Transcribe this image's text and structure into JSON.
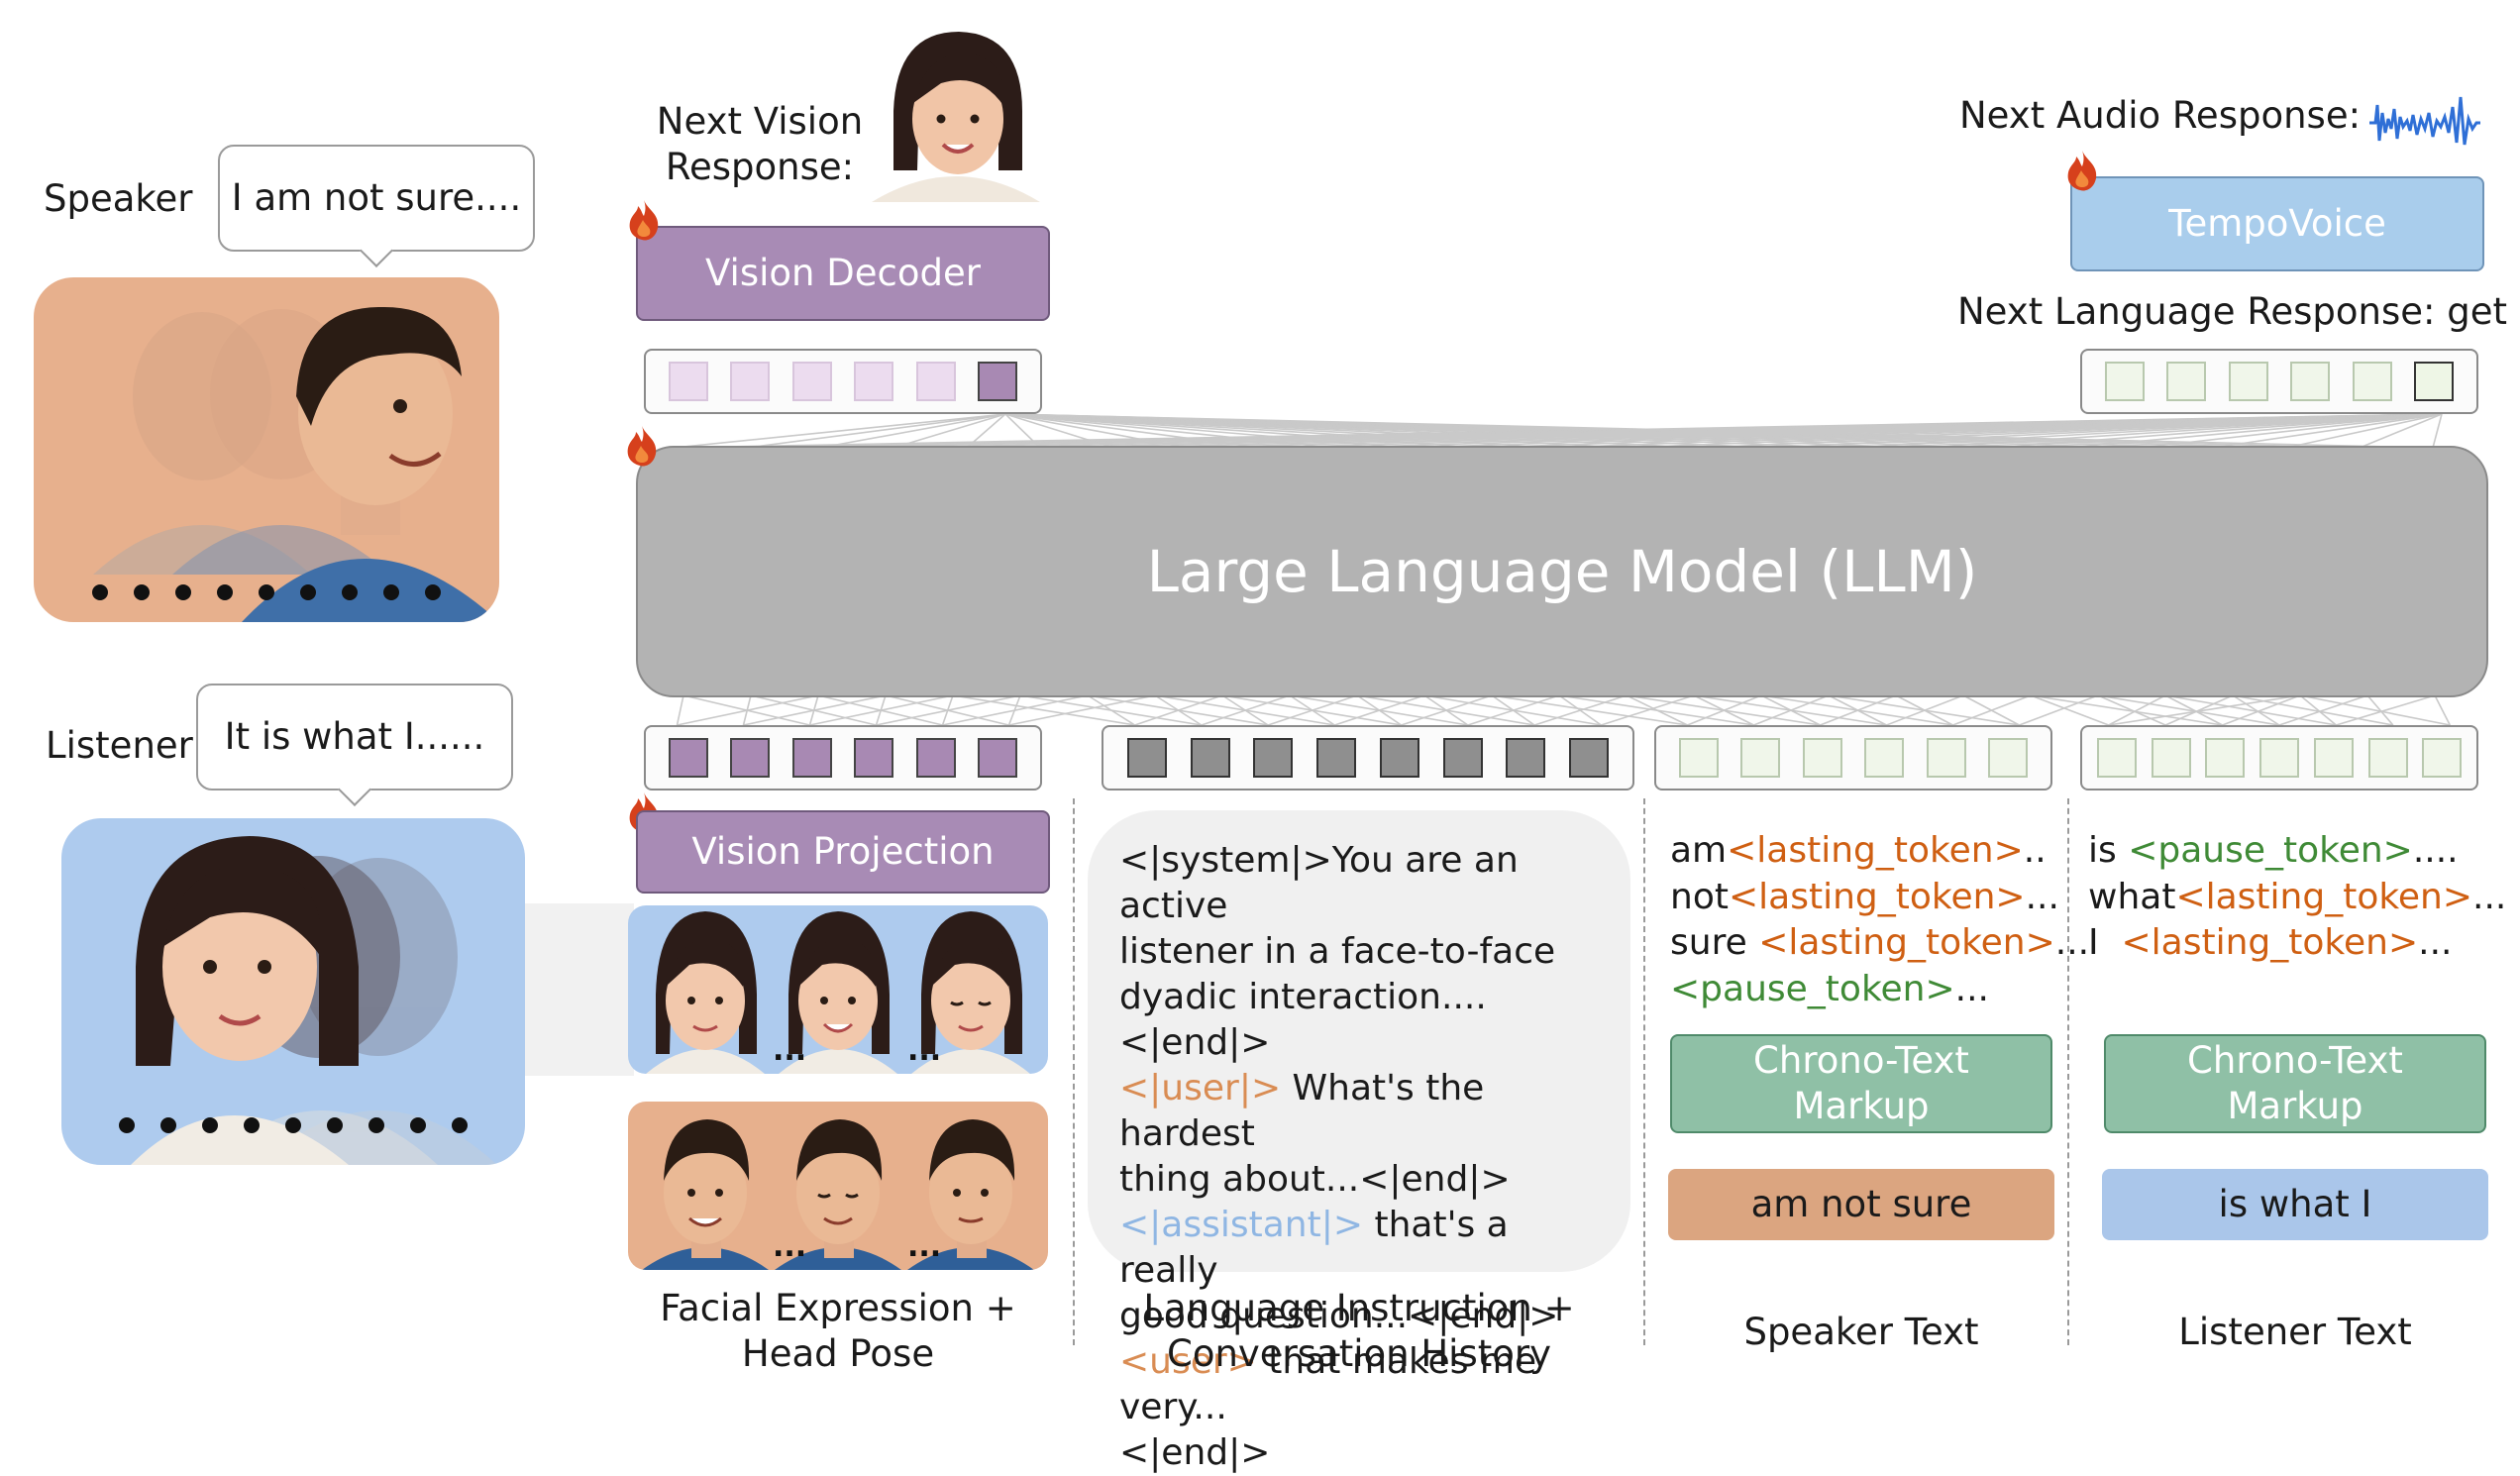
{
  "speaker": {
    "label": "Speaker",
    "utterance": "I am not sure...."
  },
  "listener": {
    "label": "Listener",
    "utterance": "It is what I......"
  },
  "vision_response": {
    "line1": "Next Vision",
    "line2": "Response:"
  },
  "audio_response": {
    "label": "Next Audio Response:"
  },
  "language_response": {
    "label": "Next Language Response: get"
  },
  "modules": {
    "vision_decoder": "Vision Decoder",
    "tempo_voice": "TempoVoice",
    "llm": "Large Language Model (LLM)",
    "vision_projection": "Vision Projection",
    "chrono_markup_speaker": {
      "line1": "Chrono-Text",
      "line2": "Markup"
    },
    "chrono_markup_listener": {
      "line1": "Chrono-Text",
      "line2": "Markup"
    },
    "speaker_text_box": "am not sure",
    "listener_text_box": "is what I"
  },
  "instruction": {
    "line1": "<|system|>You are an active",
    "line2": "listener in a face-to-face",
    "line3": "dyadic interaction....<|end|>",
    "user1_tag": "<|user|>",
    "user1_text": " What's the hardest",
    "line5": "thing about...<|end|>",
    "assistant_tag": "<|assistant|>",
    "assistant_text": " that's a really",
    "line7": "good question...<|end|>",
    "user2_tag": "<user>",
    "user2_text": " that makes me very...",
    "line9": "<|end|>"
  },
  "speaker_tokens": {
    "w1": "am",
    "t1": "<lasting_token>",
    "s1": "..",
    "w2": "not",
    "t2": "<lasting_token>",
    "s2": "...",
    "w3": "sure ",
    "t3": "<lasting_token>",
    "s3": "...",
    "t4": "<pause_token>",
    "s4": "..."
  },
  "listener_tokens": {
    "w1": "is ",
    "t1": "<pause_token>",
    "s1": "....",
    "w2": "what",
    "t2": "<lasting_token>",
    "s2": "...",
    "w3": "I  ",
    "t3": "<lasting_token>",
    "s3": "..."
  },
  "captions": {
    "facial": {
      "line1": "Facial Expression +",
      "line2": "Head Pose"
    },
    "language": {
      "line1": "Language Instruction +",
      "line2": "Conversation History"
    },
    "speaker_text": "Speaker Text",
    "listener_text": "Listener Text"
  },
  "colors": {
    "purple_module": "#a88bb5",
    "llm_gray": "#b3b3b3",
    "tempovoice_blue": "#a9cdec",
    "chrono_green": "#8fc0a6",
    "speaker_orange": "#dba580",
    "listener_blue": "#aac6ea",
    "token_green": "#3f8a36",
    "token_orange": "#cf5f12"
  },
  "icons": [
    "fire-icon",
    "waveform-icon",
    "face-avatar-icon"
  ]
}
